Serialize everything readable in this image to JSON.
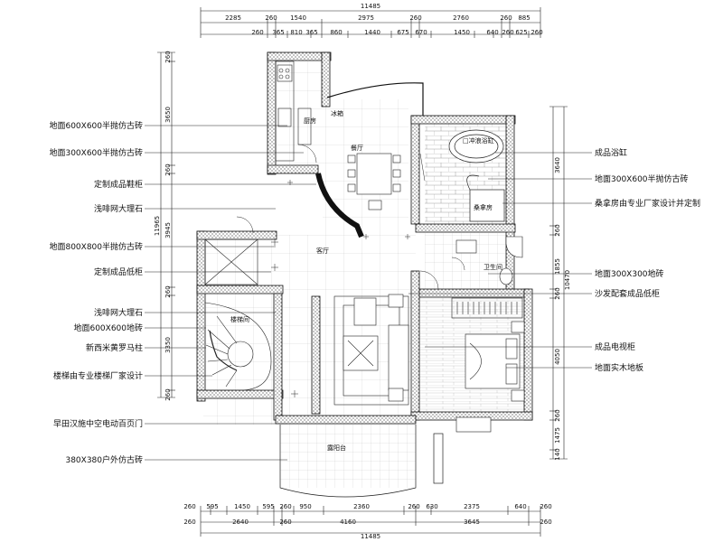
{
  "dimensions": {
    "top_total": "11485",
    "top_row1": [
      "2285",
      "260",
      "1540",
      "2975",
      "260",
      "2760",
      "260",
      "885"
    ],
    "top_row2": [
      "260",
      "365",
      "810",
      "365",
      "860",
      "1440",
      "675",
      "670",
      "1450",
      "640",
      "260",
      "625",
      "260"
    ],
    "left_total": "11965",
    "left_parts": [
      "260",
      "3650",
      "260",
      "3945",
      "260",
      "3350",
      "260"
    ],
    "right_total": "10470",
    "right_parts": [
      "3640",
      "260",
      "1855",
      "260",
      "4050",
      "260",
      "1475",
      "140"
    ],
    "bottom_row1": [
      "260",
      "595",
      "1450",
      "595",
      "260",
      "950",
      "2360",
      "260",
      "630",
      "2375",
      "640",
      "260"
    ],
    "bottom_row2": [
      "260",
      "2640",
      "260",
      "4160",
      "3645",
      "260"
    ],
    "bottom_total": "11485"
  },
  "left_labels": [
    "地面600X600半抛仿古砖",
    "地面300X600半抛仿古砖",
    "定制成品鞋柜",
    "浅啡网大理石",
    "地面800X800半抛仿古砖",
    "定制成品低柜",
    "浅啡网大理石",
    "地面600X600地砖",
    "新西米黄罗马柱",
    "楼梯由专业楼梯厂家设计",
    "早田汉施中空电动百页门",
    "380X380户外仿古砖"
  ],
  "right_labels": [
    "成品浴缸",
    "地面300X600半抛仿古砖",
    "桑拿房由专业厂家设计并定制",
    "地面300X300地砖",
    "沙发配套成品低柜",
    "成品电视柜",
    "地面实木地板"
  ],
  "rooms": {
    "kitchen": "厨房",
    "fridge": "冰箱",
    "dining": "餐厅",
    "living": "客厅",
    "stair": "楼梯间",
    "balcony": "露阳台",
    "bath_top": "□冲浪浴缸",
    "sauna": "桑拿房",
    "wc": "卫生间"
  }
}
